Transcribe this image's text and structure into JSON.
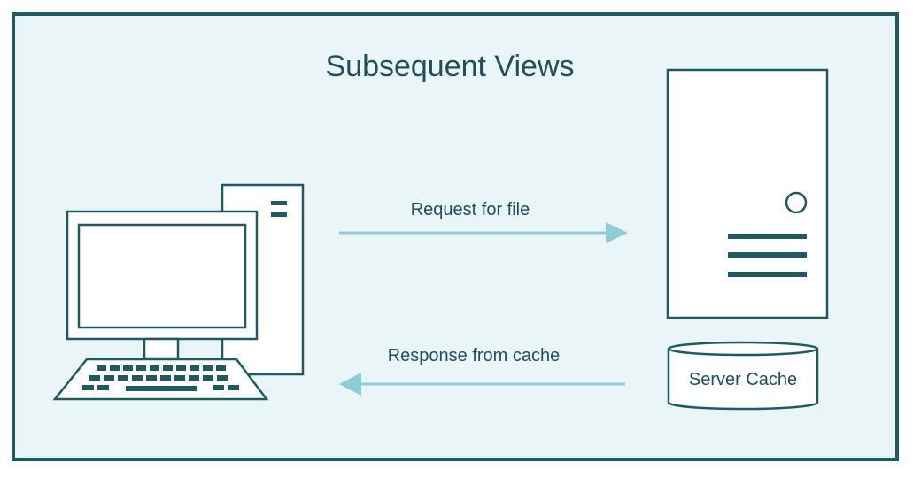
{
  "diagram": {
    "title": "Subsequent Views",
    "request_label": "Request for file",
    "response_label": "Response from cache",
    "cache_label": "Server Cache",
    "nodes": [
      {
        "id": "client",
        "icon": "desktop-computer-icon"
      },
      {
        "id": "server",
        "icon": "server-tower-icon"
      },
      {
        "id": "cache",
        "icon": "database-cylinder-icon",
        "label": "Server Cache"
      }
    ],
    "edges": [
      {
        "from": "client",
        "to": "server",
        "label": "Request for file"
      },
      {
        "from": "cache",
        "to": "client",
        "label": "Response from cache"
      }
    ]
  },
  "colors": {
    "frame_stroke": "#1f5a63",
    "frame_fill": "#eaf5f8",
    "text": "#1f4f5a",
    "arrow": "#8ccdd6",
    "icon_stroke": "#1f5a63",
    "icon_fill": "#ffffff"
  }
}
